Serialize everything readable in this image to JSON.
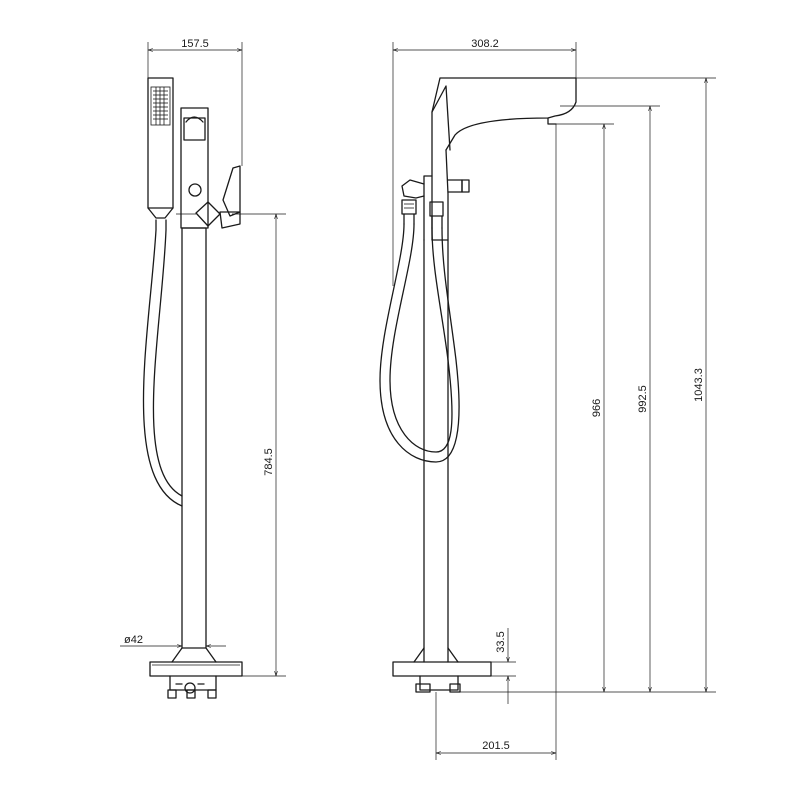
{
  "dimensions": {
    "front_width": "157.5",
    "front_height": "784.5",
    "pipe_diameter": "ø42",
    "side_width": "308.2",
    "height_outlet": "966",
    "height_spout_bottom": "992.5",
    "height_total": "1043.3",
    "base_height": "33.5",
    "base_offset": "201.5"
  }
}
